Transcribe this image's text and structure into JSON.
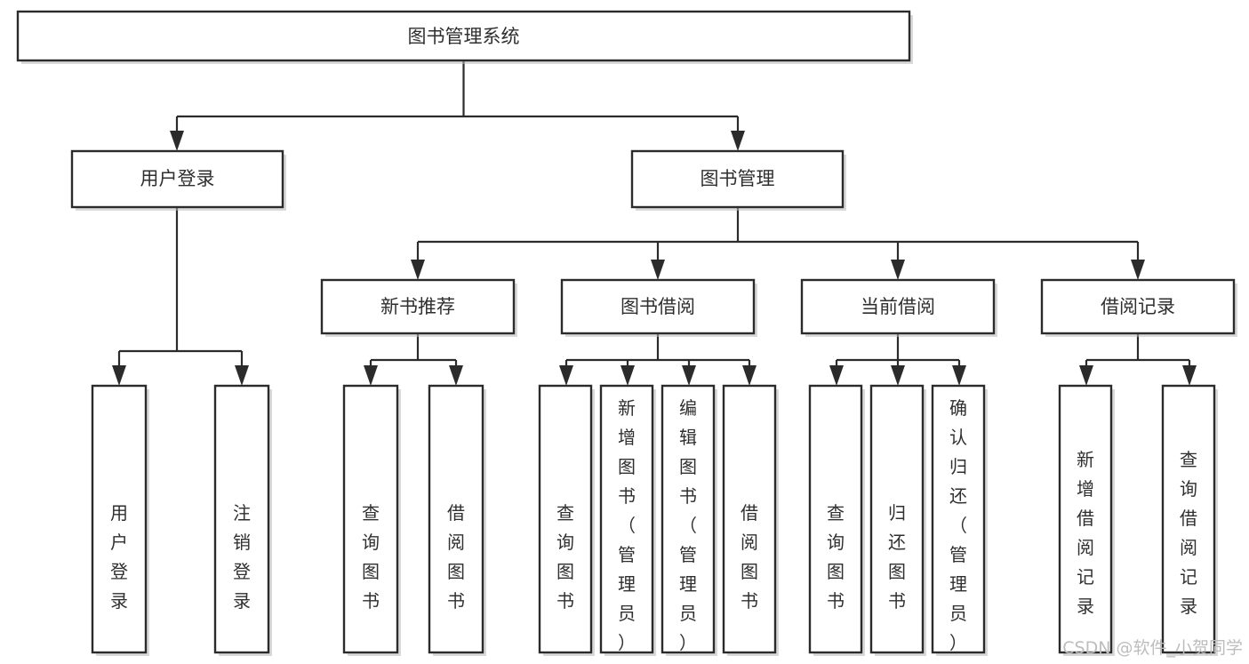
{
  "diagram": {
    "title": "图书管理系统",
    "type": "tree",
    "orientation": "top-down",
    "colors": {
      "box_fill": "#ffffff",
      "box_stroke": "#2b2b2b",
      "text": "#2f2f2f",
      "shadow": "#b9b9b9",
      "watermark": "#bdbdbd",
      "background": "#ffffff"
    },
    "root": {
      "id": "root",
      "label": "图书管理系统"
    },
    "level2": [
      {
        "id": "user-login",
        "label": "用户登录"
      },
      {
        "id": "book-manage",
        "label": "图书管理"
      }
    ],
    "level3": [
      {
        "id": "new-book-recommend",
        "label": "新书推荐",
        "parent": "book-manage"
      },
      {
        "id": "book-borrow",
        "label": "图书借阅",
        "parent": "book-manage"
      },
      {
        "id": "current-borrow",
        "label": "当前借阅",
        "parent": "book-manage"
      },
      {
        "id": "borrow-record",
        "label": "借阅记录",
        "parent": "book-manage"
      }
    ],
    "leaves": [
      {
        "id": "leaf-user-login",
        "label": "用户登录",
        "parent": "user-login"
      },
      {
        "id": "leaf-user-logout",
        "label": "注销登录",
        "parent": "user-login"
      },
      {
        "id": "leaf-query-book-1",
        "label": "查询图书",
        "parent": "new-book-recommend"
      },
      {
        "id": "leaf-borrow-book-1",
        "label": "借阅图书",
        "parent": "new-book-recommend"
      },
      {
        "id": "leaf-query-book-2",
        "label": "查询图书",
        "parent": "book-borrow"
      },
      {
        "id": "leaf-add-book",
        "label": "新增图书（管理员）",
        "parent": "book-borrow"
      },
      {
        "id": "leaf-edit-book",
        "label": "编辑图书（管理员）",
        "parent": "book-borrow"
      },
      {
        "id": "leaf-borrow-book-2",
        "label": "借阅图书",
        "parent": "book-borrow"
      },
      {
        "id": "leaf-query-book-3",
        "label": "查询图书",
        "parent": "current-borrow"
      },
      {
        "id": "leaf-return-book",
        "label": "归还图书",
        "parent": "current-borrow"
      },
      {
        "id": "leaf-confirm-return",
        "label": "确认归还（管理员）",
        "parent": "current-borrow"
      },
      {
        "id": "leaf-add-record",
        "label": "新增借阅记录",
        "parent": "borrow-record"
      },
      {
        "id": "leaf-query-record",
        "label": "查询借阅记录",
        "parent": "borrow-record"
      }
    ]
  },
  "watermark": {
    "text": "CSDN @软件_小贺同学"
  }
}
